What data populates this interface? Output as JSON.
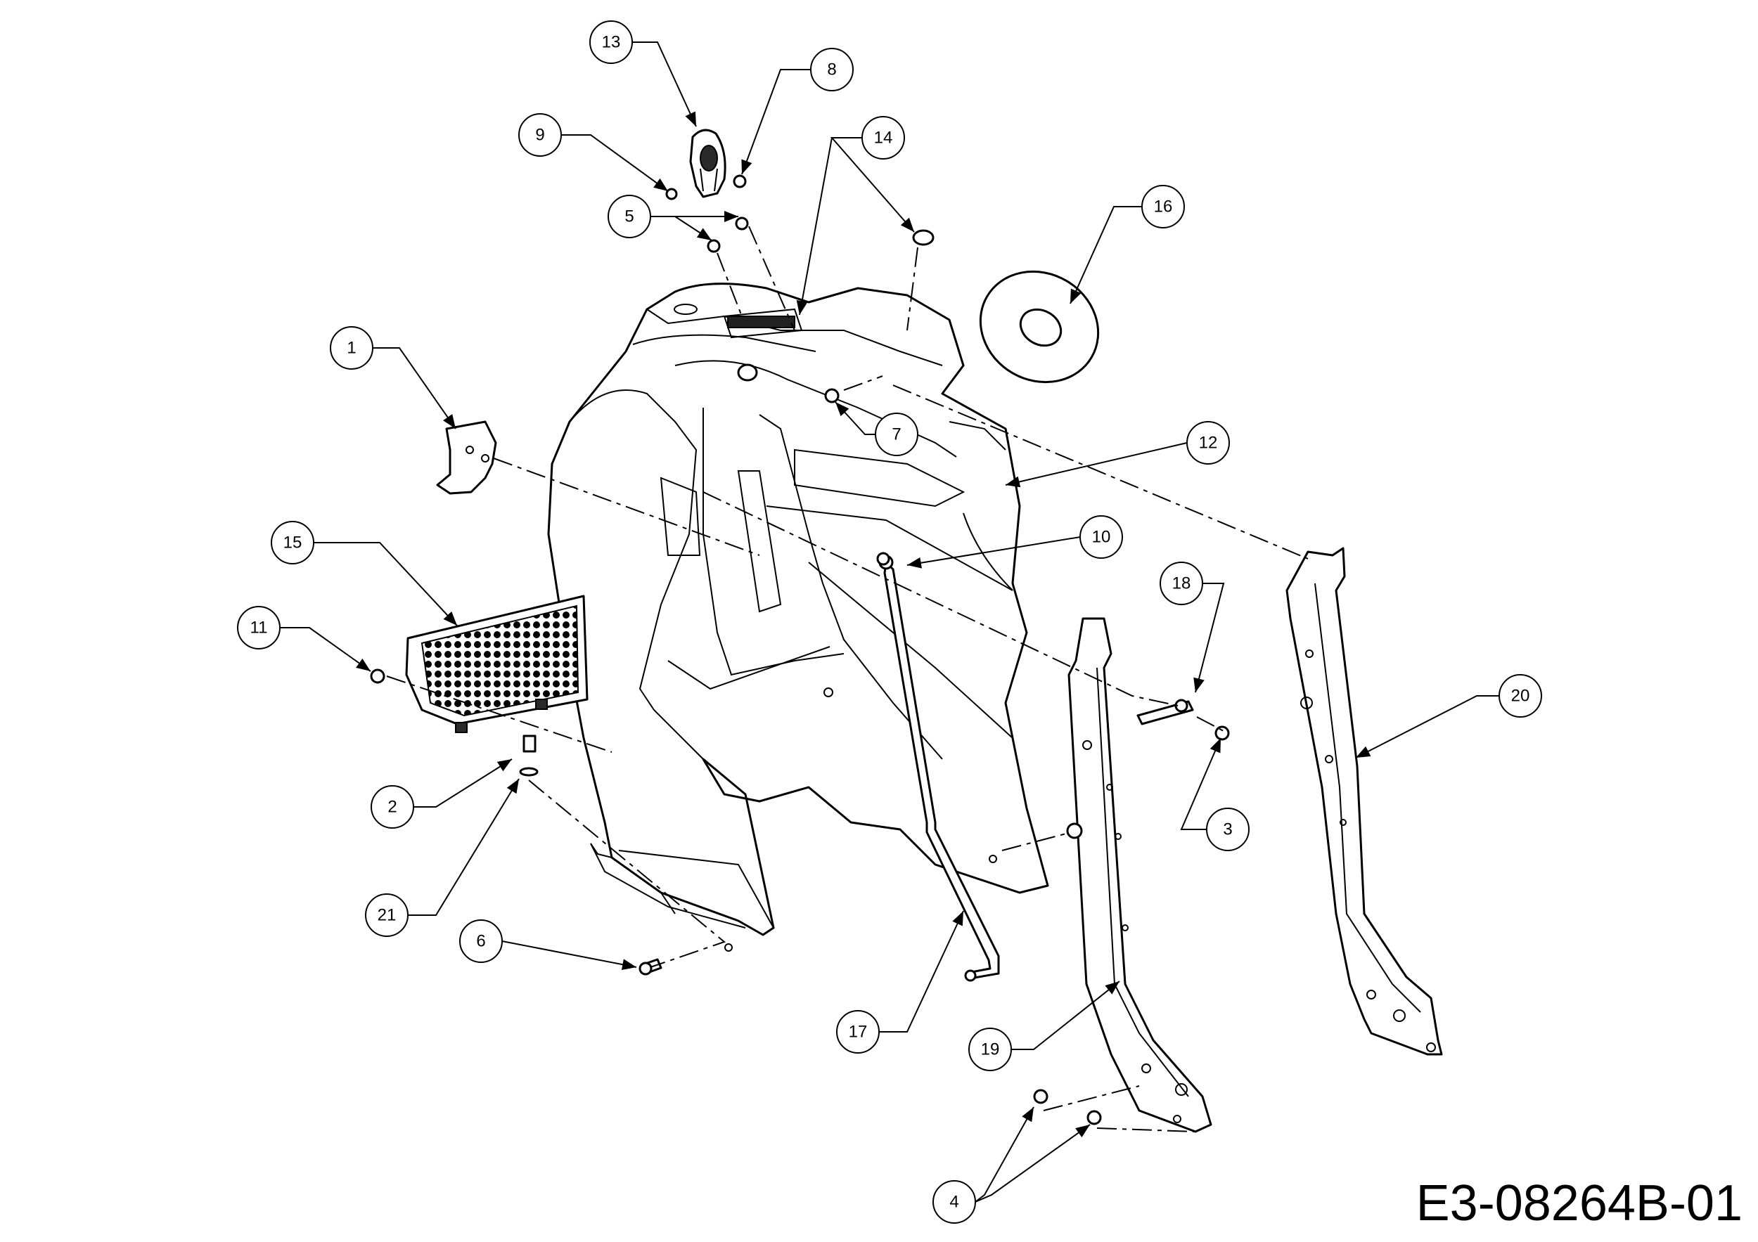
{
  "drawing_code": "E3-08264B-01",
  "callouts": [
    "1",
    "2",
    "3",
    "4",
    "5",
    "6",
    "7",
    "8",
    "9",
    "10",
    "11",
    "12",
    "13",
    "14",
    "15",
    "16",
    "17",
    "18",
    "19",
    "20",
    "21"
  ]
}
